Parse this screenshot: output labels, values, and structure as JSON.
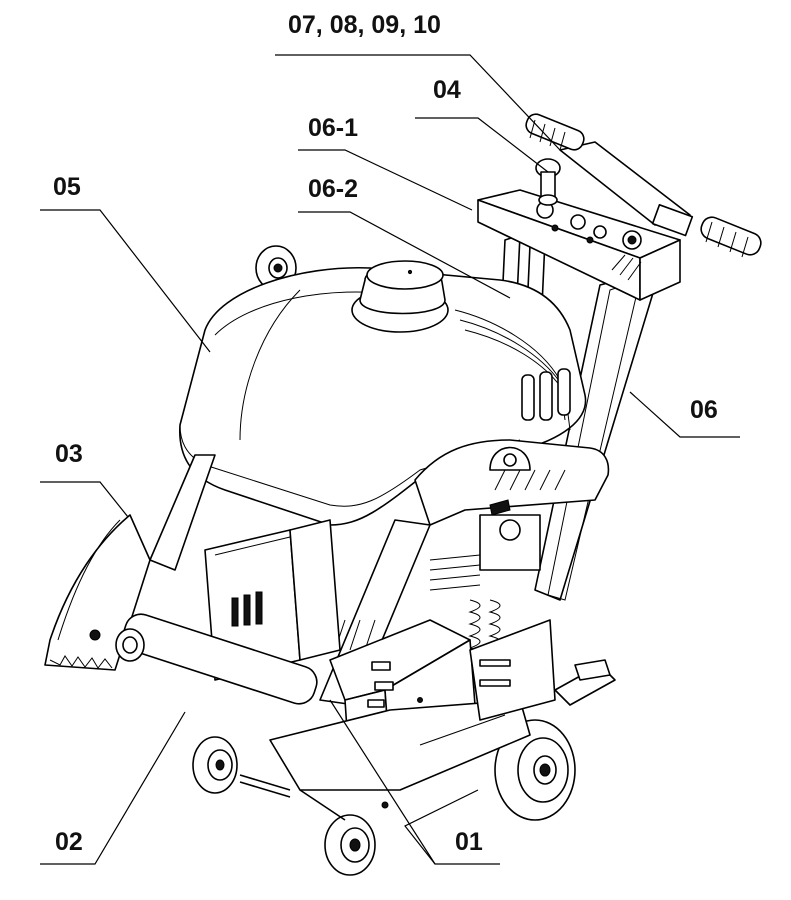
{
  "diagram": {
    "callouts": [
      {
        "id": "c0710",
        "label": "07, 08, 09, 10"
      },
      {
        "id": "c04",
        "label": "04"
      },
      {
        "id": "c061",
        "label": "06-1"
      },
      {
        "id": "c05",
        "label": "05"
      },
      {
        "id": "c062",
        "label": "06-2"
      },
      {
        "id": "c06",
        "label": "06"
      },
      {
        "id": "c03",
        "label": "03"
      },
      {
        "id": "c02",
        "label": "02"
      },
      {
        "id": "c01",
        "label": "01"
      }
    ]
  }
}
